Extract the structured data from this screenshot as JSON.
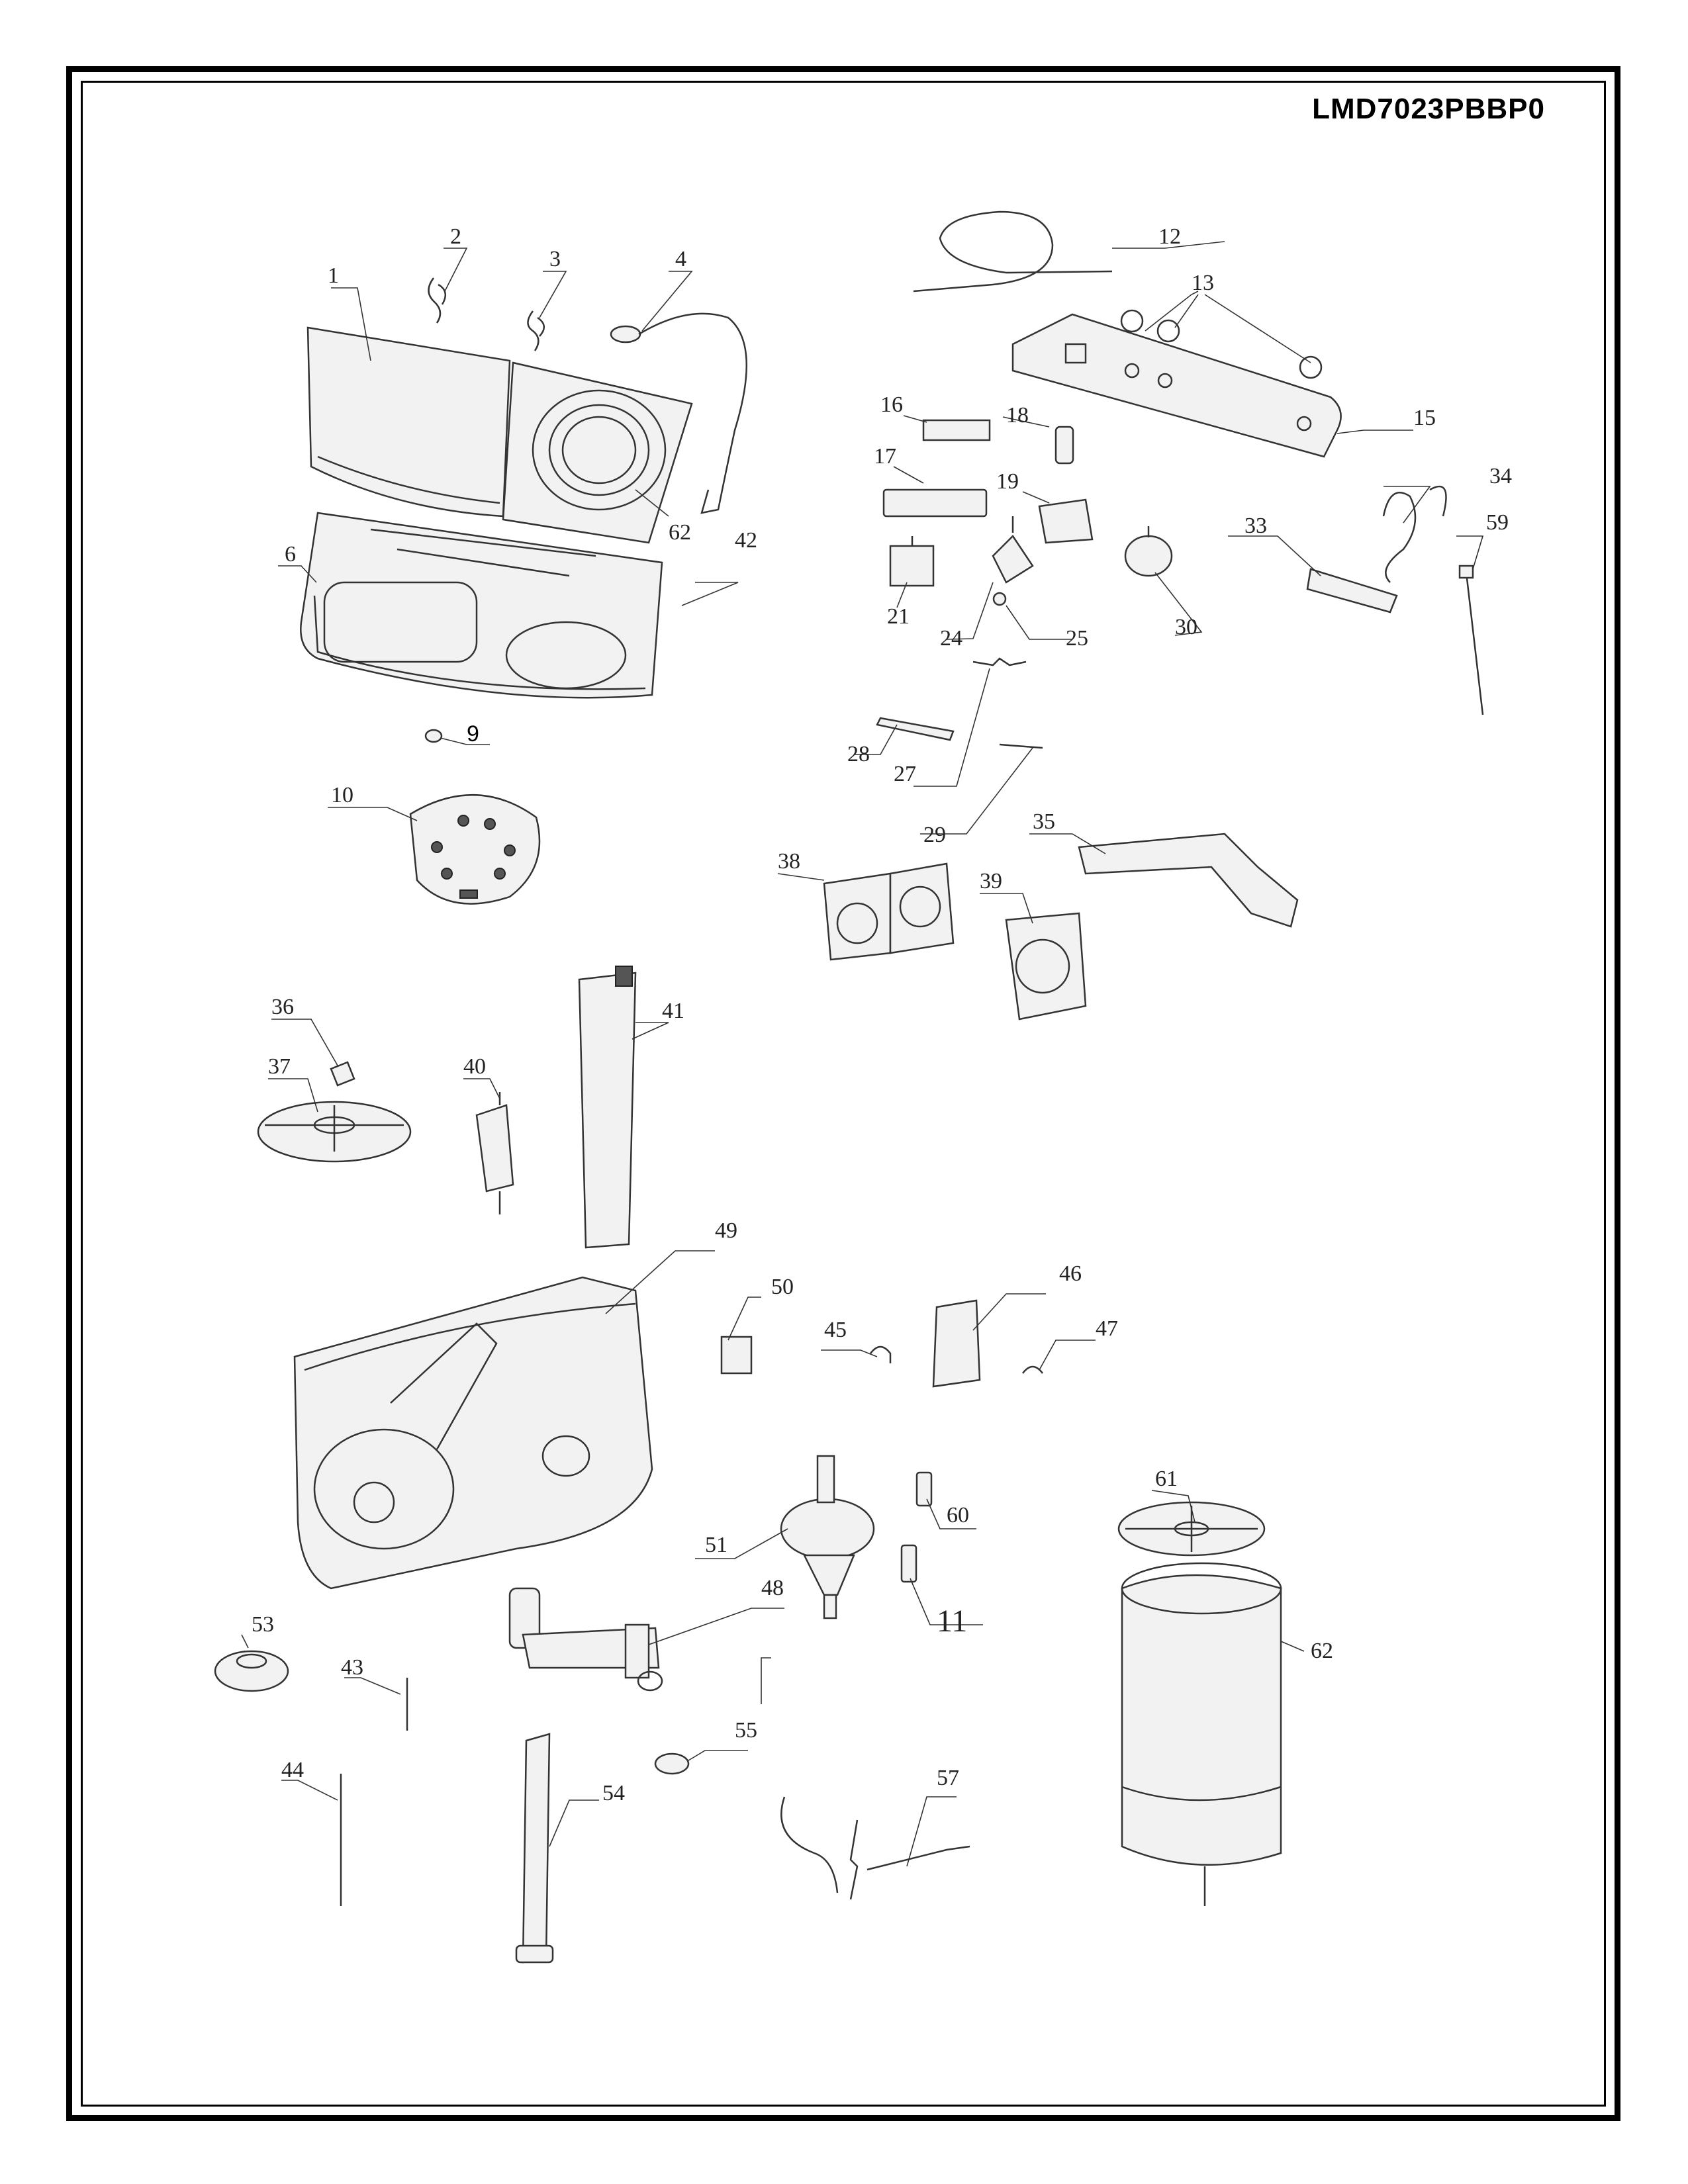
{
  "model": "LMD7023PBBP0",
  "callouts": {
    "c1": "1",
    "c2": "2",
    "c3": "3",
    "c4": "4",
    "c6": "6",
    "c9": "9",
    "c10": "10",
    "c11": "11",
    "c12": "12",
    "c13": "13",
    "c15": "15",
    "c16": "16",
    "c17": "17",
    "c18": "18",
    "c19": "19",
    "c21": "21",
    "c24": "24",
    "c25": "25",
    "c27": "27",
    "c28": "28",
    "c29": "29",
    "c30": "30",
    "c33": "33",
    "c34": "34",
    "c35": "35",
    "c36": "36",
    "c37": "37",
    "c38": "38",
    "c39": "39",
    "c40": "40",
    "c41": "41",
    "c42": "42",
    "c43": "43",
    "c44": "44",
    "c45": "45",
    "c46": "46",
    "c47": "47",
    "c48": "48",
    "c49": "49",
    "c50": "50",
    "c51": "51",
    "c53": "53",
    "c54": "54",
    "c55": "55",
    "c57": "57",
    "c59": "59",
    "c60": "60",
    "c61": "61",
    "c62a": "62",
    "c62b": "62"
  }
}
